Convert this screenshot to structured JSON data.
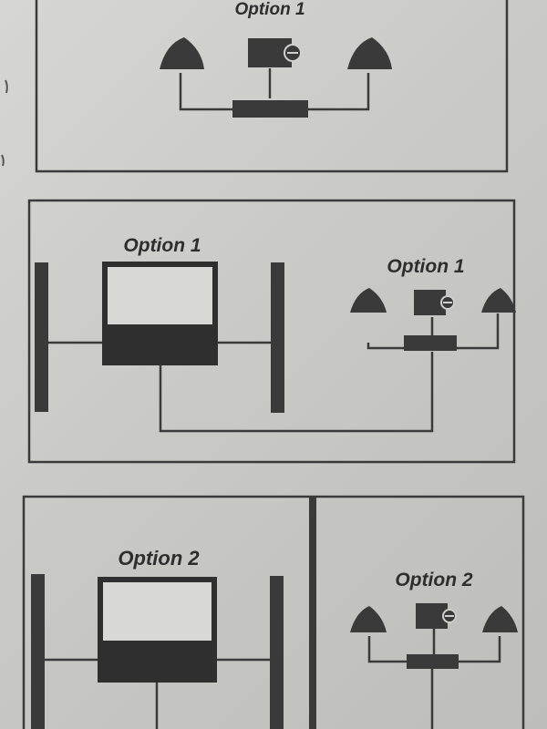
{
  "labels": {
    "top_speakers": "Option 1",
    "middle_tv": "Option 1",
    "middle_speakers": "Option 1",
    "bottom_tv": "Option 2",
    "bottom_speakers": "Option 2"
  },
  "colors": {
    "paper": "#cfcfcb",
    "ink": "#3a3a3a",
    "frame": "#2f2f2f",
    "screen": "#d8d8d4"
  },
  "icons": {
    "speaker": "dome-speaker-icon",
    "subwoofer": "subwoofer-icon",
    "soundbar": "soundbar-icon",
    "tv": "tv-icon",
    "floor_speaker": "tower-speaker-icon"
  }
}
